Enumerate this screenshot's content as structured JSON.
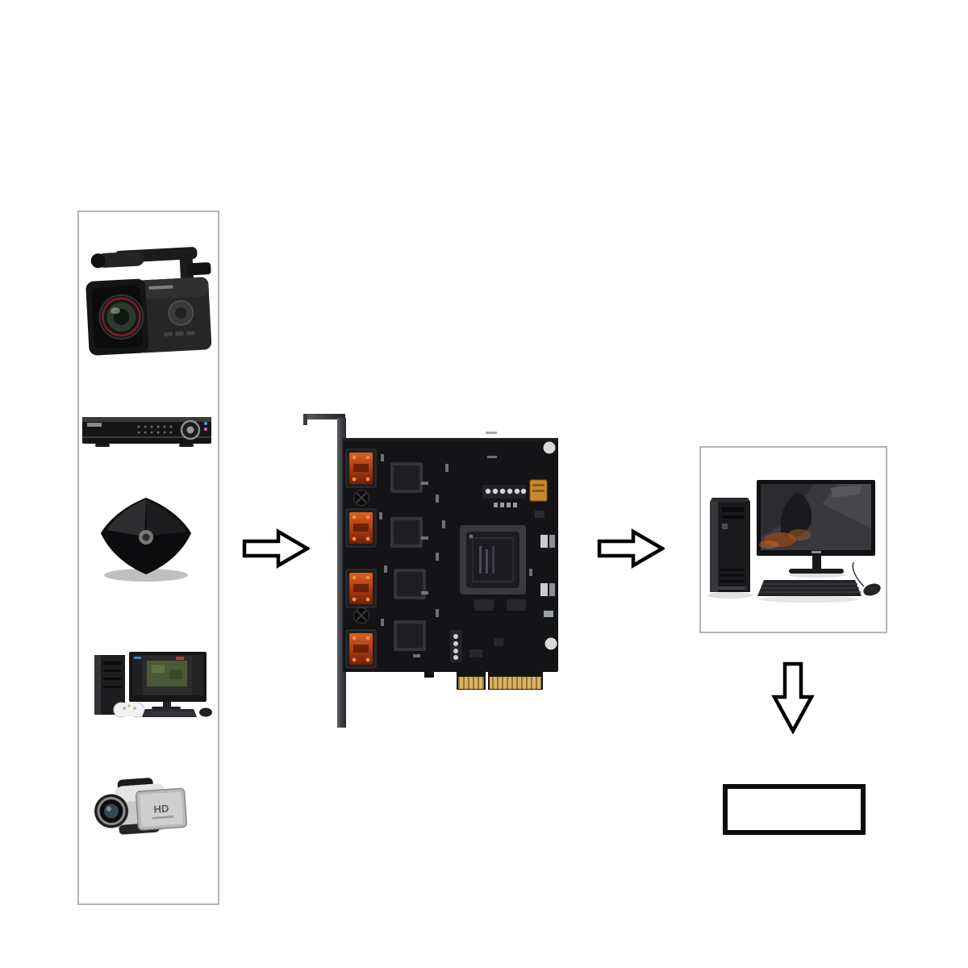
{
  "page": {
    "background": "#ffffff"
  },
  "sources_panel": {
    "border_color": "#b5b5b5",
    "items": [
      {
        "id": "pro-camcorder",
        "desc": "Professional HD video camera"
      },
      {
        "id": "dvr",
        "desc": "DVR / disc player"
      },
      {
        "id": "set-top-box",
        "desc": "Glossy set-top box"
      },
      {
        "id": "gaming-pc",
        "desc": "Gaming PC with monitor and game controller"
      },
      {
        "id": "handheld-camcorder",
        "desc": "Handheld HD camcorder",
        "screen_label": "HD"
      }
    ]
  },
  "capture_card": {
    "desc": "Quad-channel HDMI PCIe video capture card",
    "hdmi_port_count": 4,
    "colors": {
      "pcb": "#141416",
      "hdmi_port": "#b8441a",
      "gold_fingers": "#d8b264",
      "bracket": "#46484d",
      "fpga": "#1c1c21"
    }
  },
  "pc_panel": {
    "border_color": "#b5b5b5",
    "desc": "Desktop computer with monitor, keyboard and mouse"
  },
  "arrows": {
    "stroke_color": "#000000",
    "fill_color": "#ffffff",
    "items": [
      {
        "id": "arrow-sources-to-card",
        "direction": "right"
      },
      {
        "id": "arrow-card-to-pc",
        "direction": "right"
      },
      {
        "id": "arrow-pc-to-output",
        "direction": "down"
      }
    ]
  },
  "output_box": {
    "text": "",
    "border_color": "#0d0d0d"
  }
}
